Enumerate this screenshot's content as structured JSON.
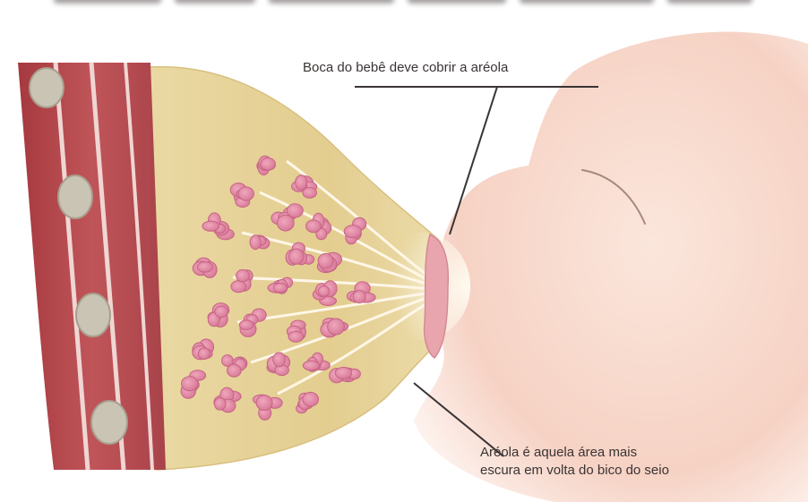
{
  "labels": {
    "mouth": "Boca do bebê deve cobrir a aréola",
    "areola_line1": "Aréola é aquela área mais",
    "areola_line2": "escura em volta do bico do seio"
  },
  "colors": {
    "muscle": "#b94a4f",
    "muscle_stripe": "#f0d6d2",
    "rib": "#c9c4b4",
    "fat": "#e3cd8f",
    "gland": "#e08aa6",
    "baby_skin": "#f6d2c4",
    "nipple": "#e9a5ad",
    "leader_line": "#3a3434"
  }
}
